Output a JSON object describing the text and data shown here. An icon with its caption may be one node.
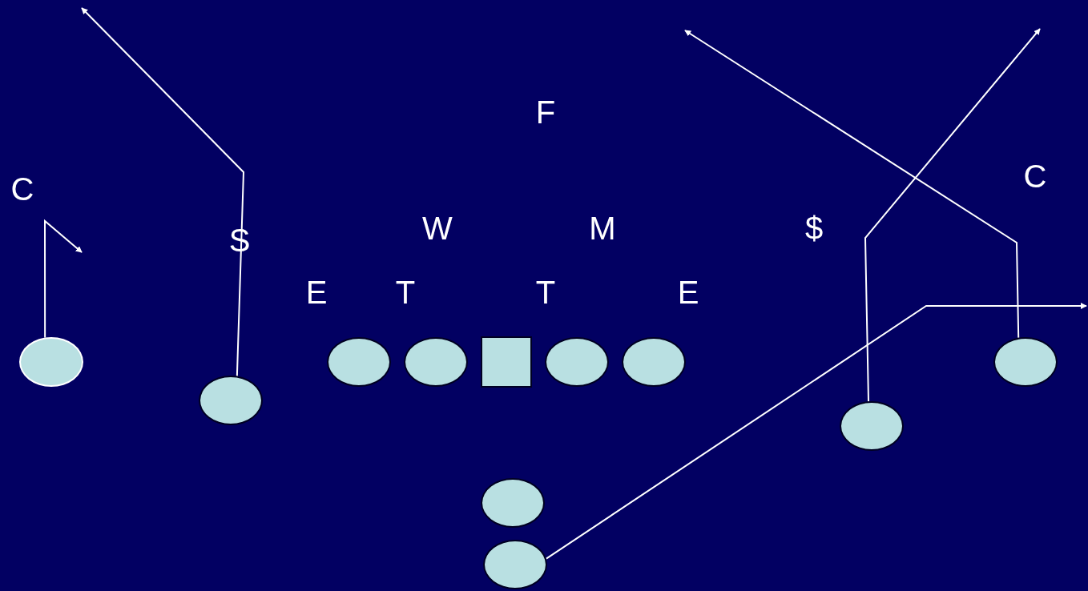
{
  "diagram": {
    "nodes": [
      {
        "text": [],
        "shape": "circle"
      },
      {
        "text": [],
        "shape": "circle"
      },
      {
        "text": [],
        "shape": "circle"
      },
      {
        "text": [],
        "shape": "circle"
      },
      {
        "text": [],
        "shape": "box"
      },
      {
        "text": [],
        "shape": "circle"
      },
      {
        "text": [],
        "shape": "circle"
      },
      {
        "text": [],
        "shape": "circle"
      },
      {
        "text": [],
        "shape": "circle"
      },
      {
        "text": [],
        "shape": "circle"
      },
      {
        "text": [],
        "shape": "circle"
      }
    ],
    "edges": [
      {
        "from": 0,
        "to": null,
        "arrow": "to"
      },
      {
        "from": 1,
        "to": null,
        "arrow": "to"
      },
      {
        "from": 7,
        "to": null,
        "arrow": "to"
      },
      {
        "from": 8,
        "to": null,
        "arrow": "to"
      },
      {
        "from": 10,
        "to": null,
        "arrow": "to"
      }
    ],
    "labels": [
      "F",
      "C",
      "C",
      "W",
      "M",
      "$",
      "S",
      "E",
      "T",
      "T",
      "E"
    ]
  }
}
